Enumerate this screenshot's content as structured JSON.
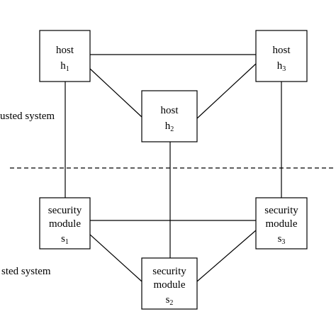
{
  "regions": {
    "upper_label": "usted system",
    "lower_label": "sted system"
  },
  "nodes": {
    "h1": {
      "line1": "host",
      "name": "h",
      "sub": "1"
    },
    "h2": {
      "line1": "host",
      "name": "h",
      "sub": "2"
    },
    "h3": {
      "line1": "host",
      "name": "h",
      "sub": "3"
    },
    "s1": {
      "line1": "security",
      "line2": "module",
      "name": "s",
      "sub": "1"
    },
    "s2": {
      "line1": "security",
      "line2": "module",
      "name": "s",
      "sub": "2"
    },
    "s3": {
      "line1": "security",
      "line2": "module",
      "name": "s",
      "sub": "3"
    }
  }
}
